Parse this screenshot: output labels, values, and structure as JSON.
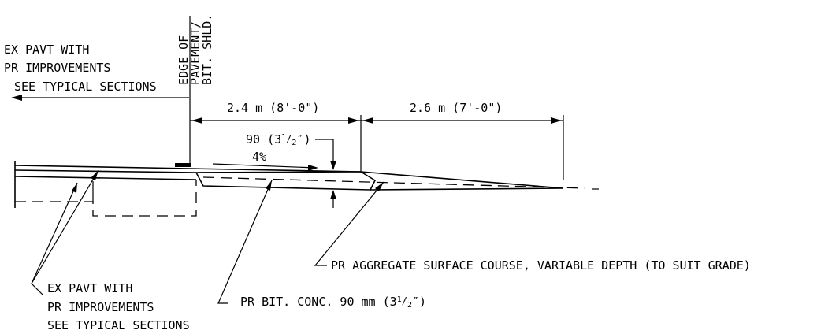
{
  "notes": {
    "top_left": [
      "EX PAVT WITH",
      "PR IMPROVEMENTS",
      "SEE TYPICAL SECTIONS"
    ],
    "edge_label": [
      "EDGE OF",
      "PAVEMENT/",
      "BIT. SHLD."
    ],
    "bottom_left": [
      "EX PAVT WITH",
      "PR IMPROVEMENTS",
      "SEE TYPICAL SECTIONS"
    ],
    "aggregate_course": "PR AGGREGATE SURFACE COURSE, VARIABLE DEPTH (TO SUIT GRADE)",
    "bit_conc_prefix": "PR BIT. CONC. 90 mm (3",
    "bit_conc_frac_num": "1",
    "bit_conc_frac_den": "2",
    "bit_conc_suffix": "″)"
  },
  "dimensions": {
    "width_1": "2.4 m (8'-0\")",
    "width_2": "2.6 m (7'-0\")",
    "depth_prefix": "90 (3",
    "depth_frac_num": "1",
    "depth_frac_den": "2",
    "depth_suffix": "″)",
    "slope": "4%"
  }
}
